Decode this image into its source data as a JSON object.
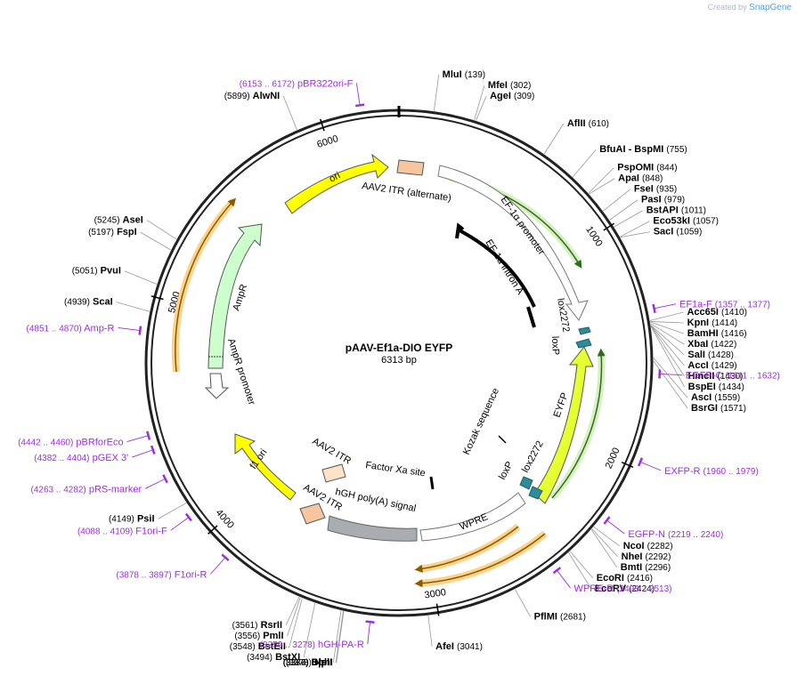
{
  "brand": {
    "created_by": "Created by",
    "name": "SnapGene"
  },
  "plasmid": {
    "name": "pAAV-Ef1a-DIO EYFP",
    "size_label": "6313 bp",
    "length": 6313
  },
  "ticks": [
    {
      "pos": 1000,
      "label": "1000"
    },
    {
      "pos": 2000,
      "label": "2000"
    },
    {
      "pos": 3000,
      "label": "3000"
    },
    {
      "pos": 4000,
      "label": "4000"
    },
    {
      "pos": 5000,
      "label": "5000"
    },
    {
      "pos": 6000,
      "label": "6000"
    }
  ],
  "sites": [
    {
      "name": "MluI",
      "pos": "(139)",
      "at": 139,
      "side": "right"
    },
    {
      "name": "MfeI",
      "pos": "(302)",
      "at": 302,
      "side": "right"
    },
    {
      "name": "AgeI",
      "pos": "(309)",
      "at": 309,
      "side": "right"
    },
    {
      "name": "AflII",
      "pos": "(610)",
      "at": 610,
      "side": "right"
    },
    {
      "name": "BfuAI  - BspMI",
      "pos": "(755)",
      "at": 755,
      "side": "right"
    },
    {
      "name": "PspOMI",
      "pos": "(844)",
      "at": 844,
      "side": "right"
    },
    {
      "name": "ApaI",
      "pos": "(848)",
      "at": 848,
      "side": "right"
    },
    {
      "name": "FseI",
      "pos": "(935)",
      "at": 935,
      "side": "right"
    },
    {
      "name": "PasI",
      "pos": "(979)",
      "at": 979,
      "side": "right"
    },
    {
      "name": "BstAPI",
      "pos": "(1011)",
      "at": 1011,
      "side": "right"
    },
    {
      "name": "Eco53kI",
      "pos": "(1057)",
      "at": 1057,
      "side": "right"
    },
    {
      "name": "SacI",
      "pos": "(1059)",
      "at": 1059,
      "side": "right"
    },
    {
      "name": "Acc65I",
      "pos": "(1410)",
      "at": 1410,
      "side": "right"
    },
    {
      "name": "KpnI",
      "pos": "(1414)",
      "at": 1414,
      "side": "right"
    },
    {
      "name": "BamHI",
      "pos": "(1416)",
      "at": 1416,
      "side": "right"
    },
    {
      "name": "XbaI",
      "pos": "(1422)",
      "at": 1422,
      "side": "right"
    },
    {
      "name": "SalI",
      "pos": "(1428)",
      "at": 1428,
      "side": "right"
    },
    {
      "name": "AccI",
      "pos": "(1429)",
      "at": 1429,
      "side": "right"
    },
    {
      "name": "HincII",
      "pos": "(1430)",
      "at": 1430,
      "side": "right"
    },
    {
      "name": "BspEI",
      "pos": "(1434)",
      "at": 1434,
      "side": "right"
    },
    {
      "name": "AscI",
      "pos": "(1559)",
      "at": 1559,
      "side": "right"
    },
    {
      "name": "BsrGI",
      "pos": "(1571)",
      "at": 1571,
      "side": "right"
    },
    {
      "name": "NcoI",
      "pos": "(2282)",
      "at": 2282,
      "side": "right"
    },
    {
      "name": "NheI",
      "pos": "(2292)",
      "at": 2292,
      "side": "right"
    },
    {
      "name": "BmtI",
      "pos": "(2296)",
      "at": 2296,
      "side": "right"
    },
    {
      "name": "EcoRI",
      "pos": "(2416)",
      "at": 2416,
      "side": "right"
    },
    {
      "name": "EcoRV",
      "pos": "(2424)",
      "at": 2424,
      "side": "right"
    },
    {
      "name": "PflMI",
      "pos": "(2681)",
      "at": 2681,
      "side": "right"
    },
    {
      "name": "AfeI",
      "pos": "(3041)",
      "at": 3041,
      "side": "right"
    },
    {
      "name": "SphI",
      "pos": "(3376)",
      "at": 3376,
      "side": "left"
    },
    {
      "name": "NsiI",
      "pos": "(3378)",
      "at": 3378,
      "side": "left"
    },
    {
      "name": "BlpI",
      "pos": "(3387)",
      "at": 3387,
      "side": "left"
    },
    {
      "name": "BstXI",
      "pos": "(3494)",
      "at": 3494,
      "side": "left"
    },
    {
      "name": "BstEII",
      "pos": "(3548)",
      "at": 3548,
      "side": "left"
    },
    {
      "name": "PmlI",
      "pos": "(3556)",
      "at": 3556,
      "side": "left"
    },
    {
      "name": "RsrII",
      "pos": "(3561)",
      "at": 3561,
      "side": "left"
    },
    {
      "name": "PsiI",
      "pos": "(4149)",
      "at": 4149,
      "side": "left"
    },
    {
      "name": "ScaI",
      "pos": "(4939)",
      "at": 4939,
      "side": "left"
    },
    {
      "name": "PvuI",
      "pos": "(5051)",
      "at": 5051,
      "side": "left"
    },
    {
      "name": "FspI",
      "pos": "(5197)",
      "at": 5197,
      "side": "left"
    },
    {
      "name": "AseI",
      "pos": "(5245)",
      "at": 5245,
      "side": "left"
    },
    {
      "name": "AlwNI",
      "pos": "(5899)",
      "at": 5899,
      "side": "left"
    }
  ],
  "primers": [
    {
      "name": "pBR322ori-F",
      "range": "(6153 .. 6172)",
      "at": 6162,
      "side": "left"
    },
    {
      "name": "EF1a-F",
      "range": "(1357 .. 1377)",
      "at": 1367,
      "side": "right"
    },
    {
      "name": "EGFP-C",
      "range": "(1611 .. 1632)",
      "at": 1621,
      "side": "right"
    },
    {
      "name": "EXFP-R",
      "range": "(1960 .. 1979)",
      "at": 1970,
      "side": "right"
    },
    {
      "name": "EGFP-N",
      "range": "(2219 .. 2240)",
      "at": 2230,
      "side": "right"
    },
    {
      "name": "WPRE-R",
      "range": "(2493 .. 2513)",
      "at": 2503,
      "side": "right"
    },
    {
      "name": "hGH-PA-R",
      "range": "(3259 .. 3278)",
      "at": 3268,
      "side": "left"
    },
    {
      "name": "F1ori-R",
      "range": "(3878 .. 3897)",
      "at": 3888,
      "side": "left"
    },
    {
      "name": "F1ori-F",
      "range": "(4088 .. 4109)",
      "at": 4098,
      "side": "left"
    },
    {
      "name": "pRS-marker",
      "range": "(4263 .. 4282)",
      "at": 4272,
      "side": "left"
    },
    {
      "name": "pGEX 3'",
      "range": "(4382 .. 4404)",
      "at": 4393,
      "side": "left"
    },
    {
      "name": "pBRforEco",
      "range": "(4442 .. 4460)",
      "at": 4451,
      "side": "left"
    },
    {
      "name": "Amp-R",
      "range": "(4851 .. 4870)",
      "at": 4860,
      "side": "left"
    }
  ],
  "features": [
    {
      "name": "ori",
      "color": "#ffff00"
    },
    {
      "name": "AAV2 ITR (alternate)",
      "color": "#f5c6a0"
    },
    {
      "name": "EF-1α promoter",
      "color": "#ffffff"
    },
    {
      "name": "EF-1α intron A",
      "color": "#000000"
    },
    {
      "name": "lox2272",
      "color": "#2e8b9a"
    },
    {
      "name": "loxP",
      "color": "#2e8b9a"
    },
    {
      "name": "EYFP",
      "color": "#e6ff33"
    },
    {
      "name": "Kozak sequence",
      "color": "#000000"
    },
    {
      "name": "lox2272",
      "color": "#2e8b9a"
    },
    {
      "name": "loxP",
      "color": "#2e8b9a"
    },
    {
      "name": "WPRE",
      "color": "#ffffff"
    },
    {
      "name": "hGH poly(A) signal",
      "color": "#a9adb2"
    },
    {
      "name": "Factor Xa site",
      "color": "#000000"
    },
    {
      "name": "AAV2 ITR",
      "color": "#f5c6a0"
    },
    {
      "name": "AAV2 ITR",
      "color": "#f5c6a0"
    },
    {
      "name": "f1 ori",
      "color": "#ffff00"
    },
    {
      "name": "AmpR promoter",
      "color": "#ffffff"
    },
    {
      "name": "AmpR",
      "color": "#ccffcc"
    }
  ],
  "colors": {
    "primer": "#9b30d9",
    "orf_orange": "#f5b942",
    "orf_green": "#7cc242",
    "backbone": "#222222"
  }
}
